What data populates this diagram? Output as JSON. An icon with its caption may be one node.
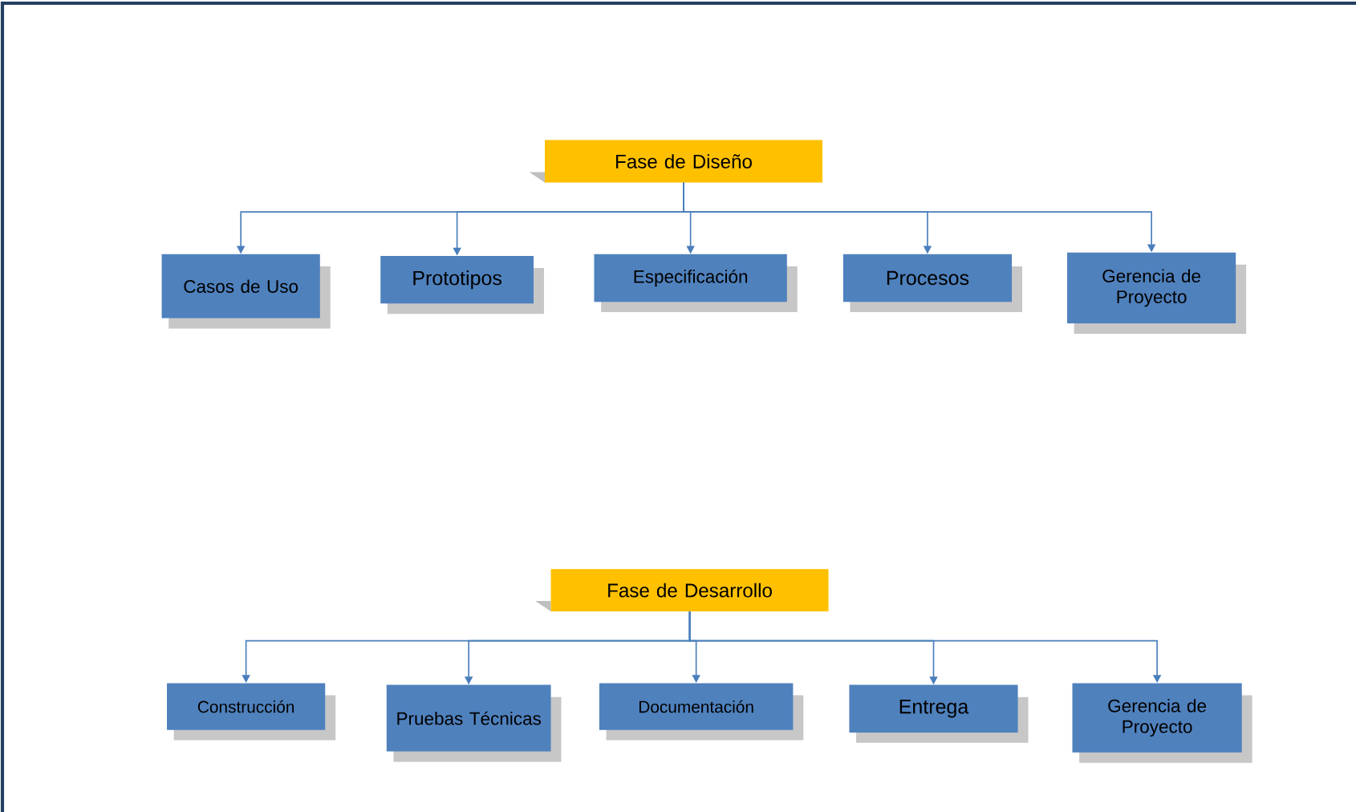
{
  "diagram": {
    "nodes": [
      {
        "text": [
          "Fase de Diseño"
        ]
      },
      {
        "text": [
          "Casos de Uso"
        ]
      },
      {
        "text": [
          "Prototipos"
        ]
      },
      {
        "text": [
          "Especificación"
        ]
      },
      {
        "text": [
          "Procesos"
        ]
      },
      {
        "text": [
          "Gerencia de Proyecto"
        ]
      },
      {
        "text": [
          "Fase de Desarrollo"
        ]
      },
      {
        "text": [
          "Construcción"
        ]
      },
      {
        "text": [
          "Pruebas Técnicas"
        ]
      },
      {
        "text": [
          "Documentación"
        ]
      },
      {
        "text": [
          "Entrega"
        ]
      },
      {
        "text": [
          "Gerencia de Proyecto"
        ]
      }
    ],
    "edges": [
      {
        "from": 0,
        "to": 1,
        "arrow": "to"
      },
      {
        "from": 0,
        "to": 2,
        "arrow": "to"
      },
      {
        "from": 0,
        "to": 3,
        "arrow": "to"
      },
      {
        "from": 0,
        "to": 4,
        "arrow": "to"
      },
      {
        "from": 0,
        "to": 5,
        "arrow": "to"
      },
      {
        "from": 6,
        "to": 7,
        "arrow": "to"
      },
      {
        "from": 6,
        "to": 8,
        "arrow": "to"
      },
      {
        "from": 6,
        "to": 9,
        "arrow": "to"
      },
      {
        "from": 6,
        "to": 10,
        "arrow": "to"
      },
      {
        "from": 6,
        "to": 11,
        "arrow": "to"
      }
    ]
  }
}
